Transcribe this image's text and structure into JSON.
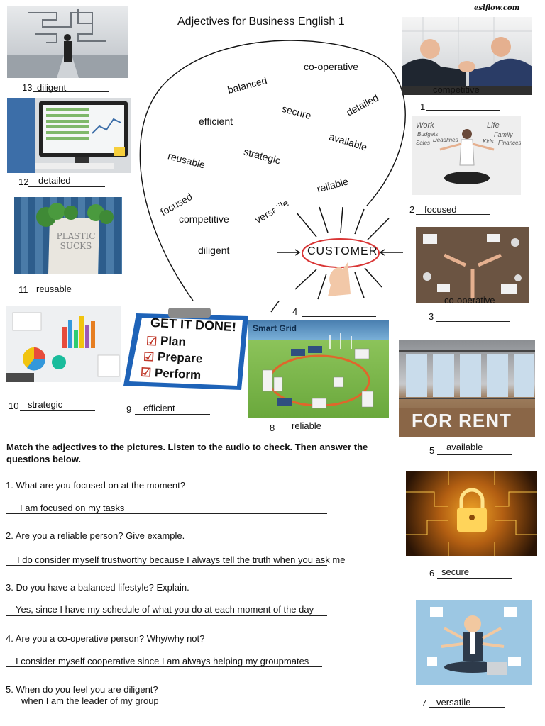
{
  "header": {
    "title": "Adjectives for Business English 1",
    "brand": "eslflow.com"
  },
  "cloud_words": [
    "co-operative",
    "balanced",
    "secure",
    "detailed",
    "efficient",
    "available",
    "reusable",
    "strategic",
    "reliable",
    "focused",
    "versatile",
    "competitive",
    "diligent"
  ],
  "customer_text": "CUSTOMER",
  "checklist": {
    "heading": "GET IT DONE!",
    "items": [
      "Plan",
      "Prepare",
      "Perform"
    ]
  },
  "smartgrid_title": "Smart Grid",
  "sack_text": "PLASTIC SUCKS",
  "rent_text": "FOR RENT",
  "wl_text": {
    "work": "Work",
    "budgets": "Budgets",
    "sales": "Sales",
    "deadlines": "Deadlines",
    "life": "Life",
    "family": "Family",
    "kids": "Kids",
    "finances": "Finances"
  },
  "items": [
    {
      "n": "1",
      "answer": "competitive"
    },
    {
      "n": "2",
      "answer": "focused"
    },
    {
      "n": "3",
      "answer": "co-operative"
    },
    {
      "n": "4",
      "answer": ""
    },
    {
      "n": "5",
      "answer": "available"
    },
    {
      "n": "6",
      "answer": "secure"
    },
    {
      "n": "7",
      "answer": "versatile"
    },
    {
      "n": "8",
      "answer": "reliable"
    },
    {
      "n": "9",
      "answer": "efficient"
    },
    {
      "n": "10",
      "answer": "strategic"
    },
    {
      "n": "11",
      "answer": "reusable"
    },
    {
      "n": "12",
      "answer": "detailed"
    },
    {
      "n": "13",
      "answer": "diligent"
    }
  ],
  "instructions": "Match the adjectives to the pictures. Listen to the audio to check. Then answer the  questions below.",
  "questions": [
    {
      "q": "1. What are you focused on at the moment?",
      "a": "I am focused on my tasks"
    },
    {
      "q": "2. Are you a reliable person? Give example.",
      "a": "I do consider myself trustworthy because I always tell the truth when you ask me"
    },
    {
      "q": "3.  Do you have a balanced lifestyle? Explain.",
      "a": "Yes, since I have my schedule of what you do at each moment of the day"
    },
    {
      "q": "4.  Are you a co-operative person? Why/why not?",
      "a": "I consider myself cooperative since I am always helping my groupmates"
    },
    {
      "q": "5. When do you feel you are diligent?",
      "a": "when I am the leader of my group"
    }
  ]
}
